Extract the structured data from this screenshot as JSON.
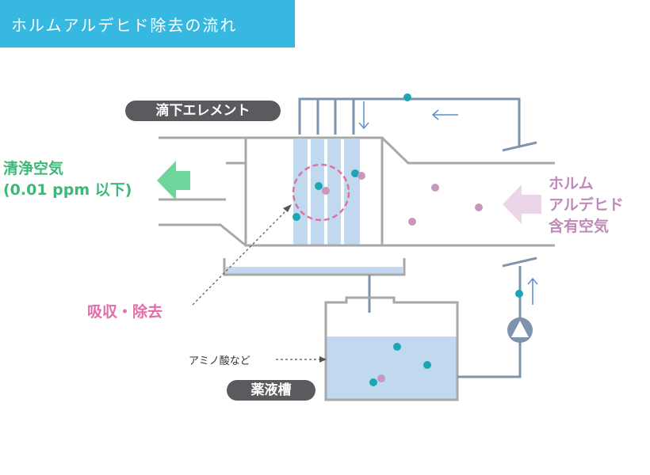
{
  "header": {
    "title": "ホルムアルデヒド除去の流れ"
  },
  "labels": {
    "element": "滴下エレメント",
    "clean_air_line1": "清浄空気",
    "clean_air_line2": "(0.01 ppm 以下)",
    "formaldehyde_line1": "ホルム",
    "formaldehyde_line2": "アルデヒド",
    "formaldehyde_line3": "含有空気",
    "absorb_remove": "吸収・除去",
    "amino_acid": "アミノ酸など",
    "tank": "薬液槽"
  },
  "colors": {
    "banner": "#36b8e1",
    "pipe": "#a8a8a8",
    "return_pipe": "#7e93ae",
    "element_fill": "#c0d9ee",
    "liquid": "#c0d9ee",
    "teal_particle": "#1ba6b4",
    "pink_particle": "#c996bd",
    "clean_arrow": "#6dd69a",
    "form_arrow": "#ead6e8",
    "absorb_circle": "#e2709f",
    "pill": "#5b5b5f"
  },
  "icons": {
    "pump": "pump-icon",
    "clean_air_arrow": "left-arrow-icon",
    "formaldehyde_arrow": "left-arrow-icon"
  }
}
